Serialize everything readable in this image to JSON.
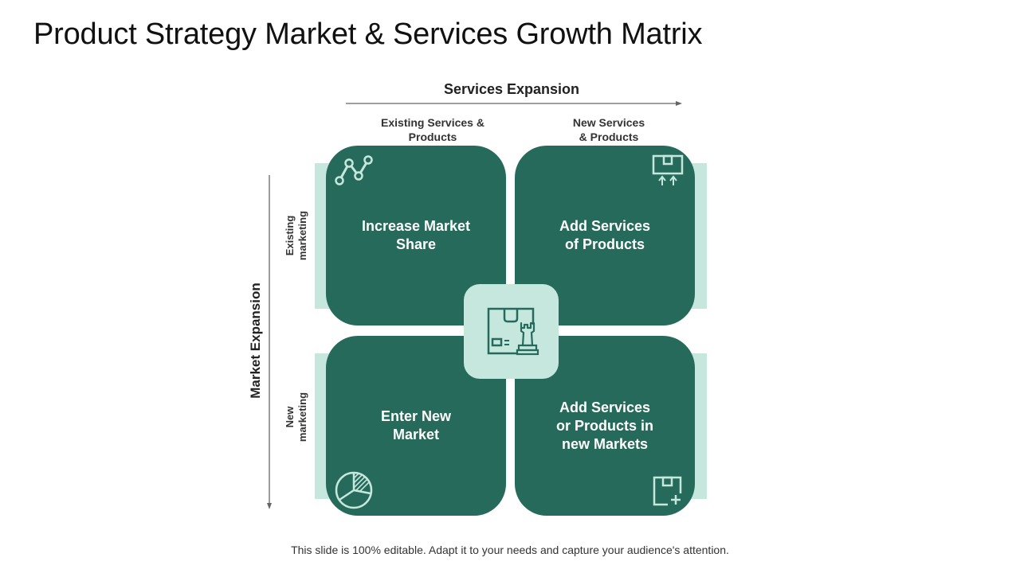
{
  "title": "Product Strategy Market & Services Growth Matrix",
  "top_axis": {
    "label": "Services Expansion",
    "col1": "Existing Services &\nProducts",
    "col2": "New Services\n& Products"
  },
  "left_axis": {
    "label": "Market Expansion",
    "row1": "Existing\nmarketing",
    "row2": "New\nmarketing"
  },
  "quadrants": {
    "tl": "Increase Market\nShare",
    "tr": "Add Services\nof Products",
    "bl": "Enter New\nMarket",
    "br": "Add Services\nor Products in\nnew Markets"
  },
  "icons": {
    "tl": "line-chart-icon",
    "tr": "box-upload-icon",
    "bl": "pie-chart-icon",
    "br": "box-add-icon",
    "center": "box-chess-rook-icon"
  },
  "colors": {
    "quadrant": "#256a5a",
    "accent": "#c6e7de",
    "icon": "#c6e7de"
  },
  "footer": "This slide is 100% editable. Adapt it to your needs and capture your audience's attention."
}
